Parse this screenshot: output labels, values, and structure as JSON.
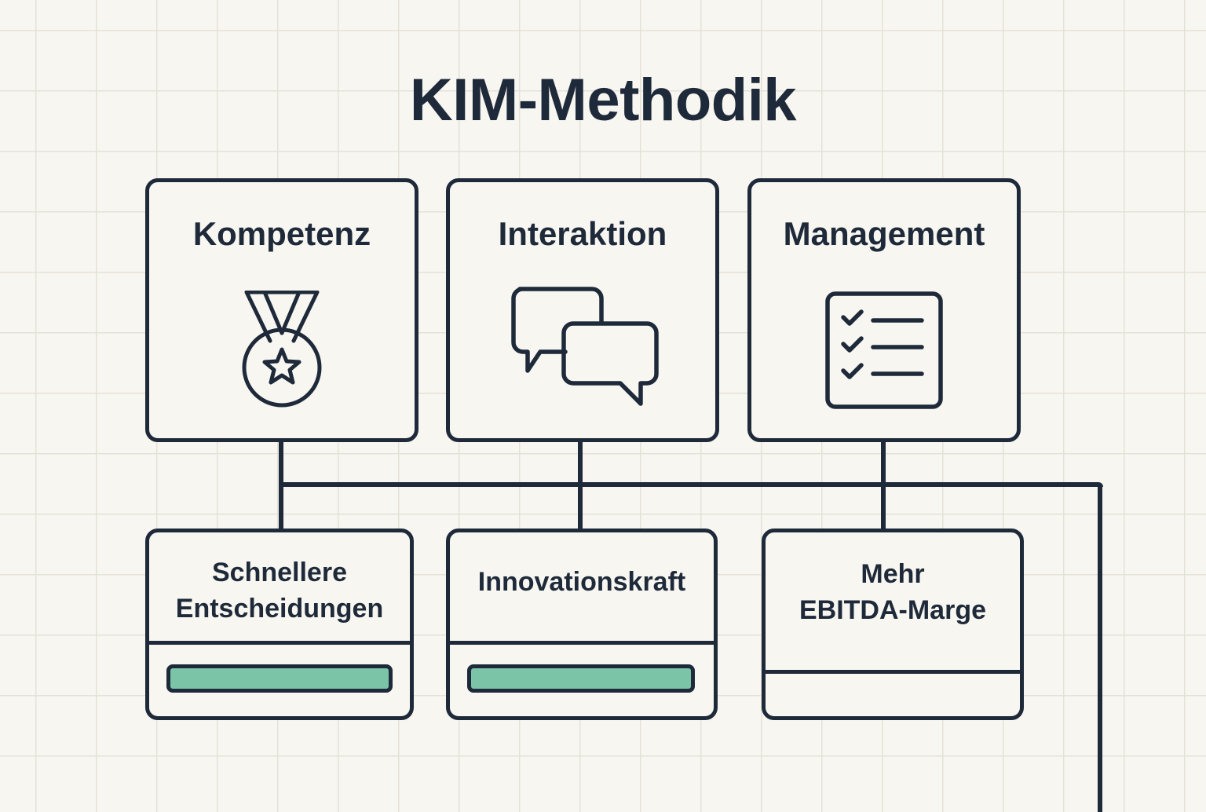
{
  "title": "KIM-Methodik",
  "pillars": [
    {
      "label": "Kompetenz",
      "icon": "medal-icon"
    },
    {
      "label": "Interaktion",
      "icon": "chat-bubbles-icon"
    },
    {
      "label": "Management",
      "icon": "checklist-icon"
    }
  ],
  "outcomes": [
    {
      "line1": "Schnellere",
      "line2": "Entscheidungen",
      "progress_bar": true
    },
    {
      "line1": "Innovationskraft",
      "line2": "",
      "progress_bar": true
    },
    {
      "line1": "Mehr",
      "line2": "EBITDA-Marge",
      "progress_bar": false
    }
  ],
  "colors": {
    "background": "#f8f6f0",
    "grid": "#e4e1d9",
    "ink": "#1e2a3a",
    "accent_bar": "#7cc4a8"
  }
}
